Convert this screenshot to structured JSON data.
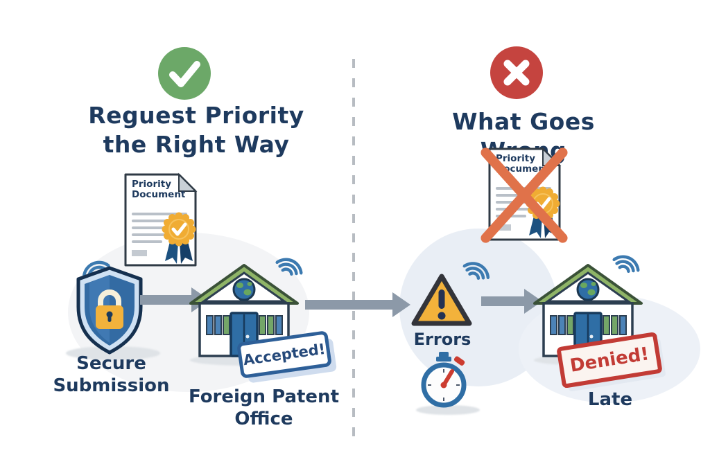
{
  "illustration": {
    "left_panel": {
      "badge_icon": "check-circle",
      "title_line1": "Reguest Priority",
      "title_line2": "the Right Way",
      "document": {
        "title_line1": "Priority",
        "title_line2": "Document"
      },
      "secure_label_line1": "Secure",
      "secure_label_line2": "Submission",
      "office_label_line1": "Foreign Patent",
      "office_label_line2": "Office",
      "stamp_label": "Accepted!"
    },
    "right_panel": {
      "badge_icon": "x-circle",
      "title": "What Goes Wrong",
      "document": {
        "title_line1": "Priority",
        "title_line2": "Document"
      },
      "errors_label": "Errors",
      "stamp_label": "Denied!",
      "late_label": "Late"
    },
    "colors": {
      "navy_text": "#1e3a5e",
      "check_green": "#6ca868",
      "cross_red": "#c5443f",
      "accent_blue": "#2f6ea5",
      "gold_seal": "#f0ac33",
      "arrow_gray": "#8c99a8",
      "stamp_blue": "#2d5f98",
      "stamp_red": "#c23b35",
      "cross_out_orange": "#e0724a",
      "roof_green": "#8fb467"
    }
  }
}
